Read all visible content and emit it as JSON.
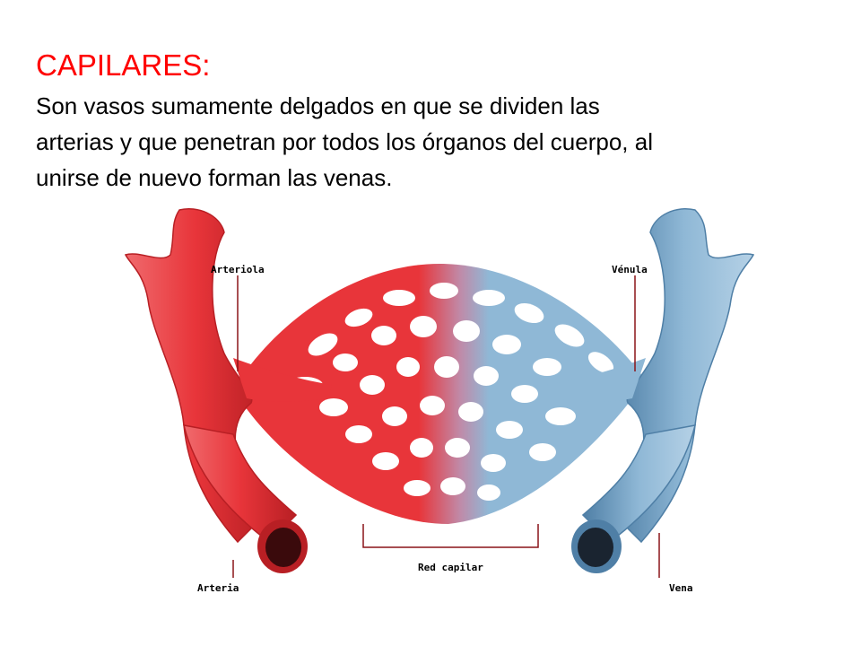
{
  "slide": {
    "title": "CAPILARES:",
    "body_lines": [
      "Son vasos sumamente delgados en que se dividen las",
      "arterias y que penetran por todos los órganos del cuerpo, al",
      "unirse de nuevo forman las venas."
    ]
  },
  "diagram": {
    "labels": {
      "arteriola": "Arteriola",
      "venula": "Vénula",
      "arteria": "Arteria",
      "vena": "Vena",
      "red_capilar": "Red capilar"
    },
    "colors": {
      "artery": "#e8353a",
      "artery_dark": "#b81f24",
      "vein": "#8fb8d6",
      "vein_dark": "#4f7fa6",
      "mix": "#c08aa8"
    }
  }
}
